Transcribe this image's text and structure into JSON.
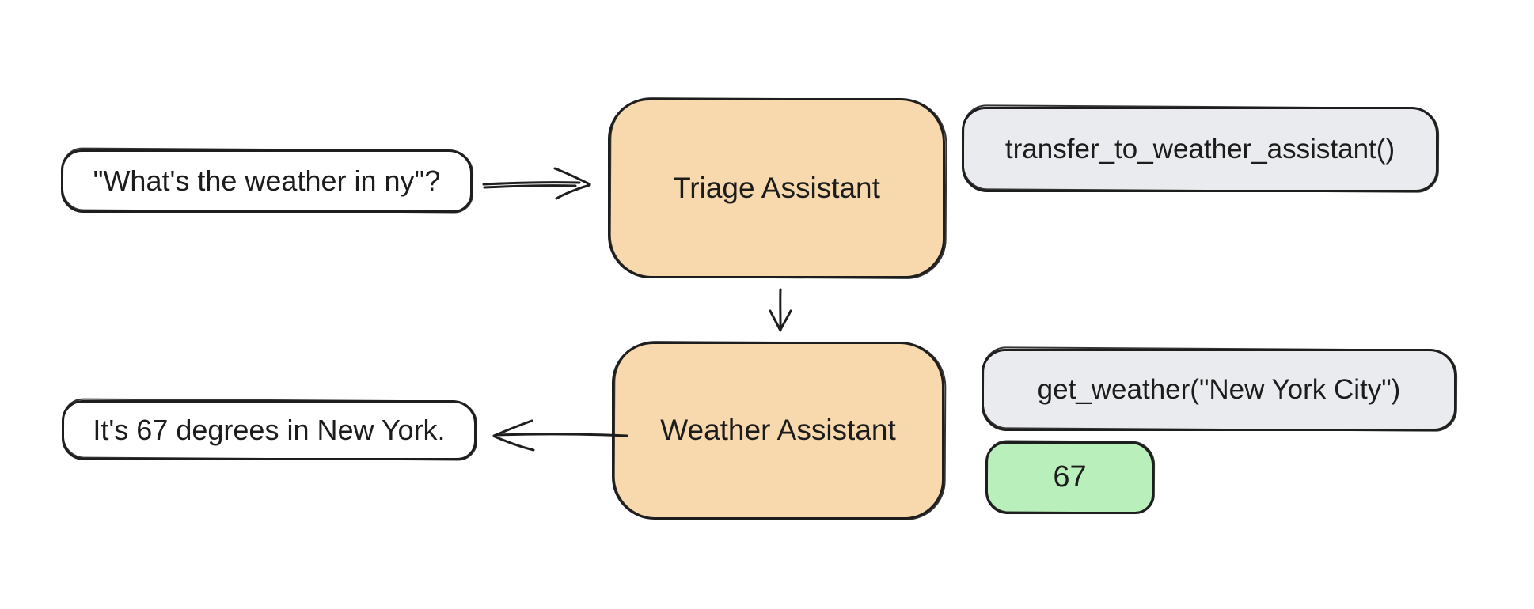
{
  "diagram": {
    "user_query": "\"What's the weather in ny\"?",
    "triage_agent_label": "Triage Assistant",
    "transfer_tool_call": "transfer_to_weather_assistant()",
    "weather_agent_label": "Weather Assistant",
    "get_weather_tool_call": "get_weather(\"New York City\")",
    "tool_result_value": "67",
    "final_response": "It's 67 degrees in New York.",
    "colors": {
      "agent_fill": "#f8d9ad",
      "tool_call_fill": "#e9ebee",
      "result_fill": "#b9efba",
      "message_fill": "#ffffff",
      "stroke": "#1e1e1e"
    }
  }
}
